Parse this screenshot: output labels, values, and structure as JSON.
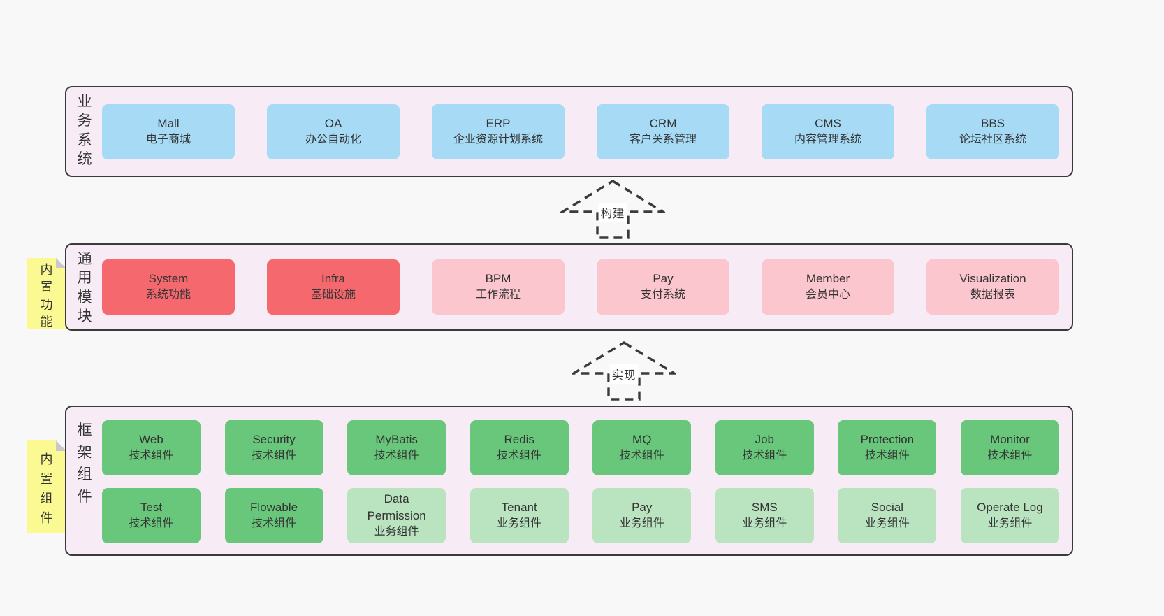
{
  "colors": {
    "page_bg": "#f8f8f8",
    "panel_bg": "#f7ecf5",
    "panel_border": "#3a3a3a",
    "box_blue": "#a6daf5",
    "box_red": "#f5696e",
    "box_pink": "#fbc6ce",
    "box_green": "#69c77b",
    "box_light_green": "#bae3c0",
    "sticky_bg": "#fbf992",
    "sticky_fold": "#c9c9c9",
    "text": "#333333",
    "arrow_stroke": "#3a3a3a",
    "arrow_label_bg": "#ffffff"
  },
  "arrows": {
    "build": "构建",
    "implement": "实现"
  },
  "bands": {
    "business": {
      "label": "业务系统",
      "boxes": [
        {
          "title": "Mall",
          "subtitle": "电子商城"
        },
        {
          "title": "OA",
          "subtitle": "办公自动化"
        },
        {
          "title": "ERP",
          "subtitle": "企业资源计划系统"
        },
        {
          "title": "CRM",
          "subtitle": "客户关系管理"
        },
        {
          "title": "CMS",
          "subtitle": "内容管理系统"
        },
        {
          "title": "BBS",
          "subtitle": "论坛社区系统"
        }
      ]
    },
    "modules": {
      "label": "通用模块",
      "sticky": "内置功能",
      "boxes": [
        {
          "title": "System",
          "subtitle": "系统功能"
        },
        {
          "title": "Infra",
          "subtitle": "基础设施"
        },
        {
          "title": "BPM",
          "subtitle": "工作流程"
        },
        {
          "title": "Pay",
          "subtitle": "支付系统"
        },
        {
          "title": "Member",
          "subtitle": "会员中心"
        },
        {
          "title": "Visualization",
          "subtitle": "数据报表"
        }
      ]
    },
    "components": {
      "label": "框架组件",
      "sticky": "内置组件",
      "rows": [
        [
          {
            "title": "Web",
            "subtitle": "技术组件"
          },
          {
            "title": "Security",
            "subtitle": "技术组件"
          },
          {
            "title": "MyBatis",
            "subtitle": "技术组件"
          },
          {
            "title": "Redis",
            "subtitle": "技术组件"
          },
          {
            "title": "MQ",
            "subtitle": "技术组件"
          },
          {
            "title": "Job",
            "subtitle": "技术组件"
          },
          {
            "title": "Protection",
            "subtitle": "技术组件"
          },
          {
            "title": "Monitor",
            "subtitle": "技术组件"
          }
        ],
        [
          {
            "title": "Test",
            "subtitle": "技术组件"
          },
          {
            "title": "Flowable",
            "subtitle": "技术组件"
          },
          {
            "title": "Data Permission",
            "subtitle": "业务组件"
          },
          {
            "title": "Tenant",
            "subtitle": "业务组件"
          },
          {
            "title": "Pay",
            "subtitle": "业务组件"
          },
          {
            "title": "SMS",
            "subtitle": "业务组件"
          },
          {
            "title": "Social",
            "subtitle": "业务组件"
          },
          {
            "title": "Operate Log",
            "subtitle": "业务组件"
          }
        ]
      ]
    }
  }
}
